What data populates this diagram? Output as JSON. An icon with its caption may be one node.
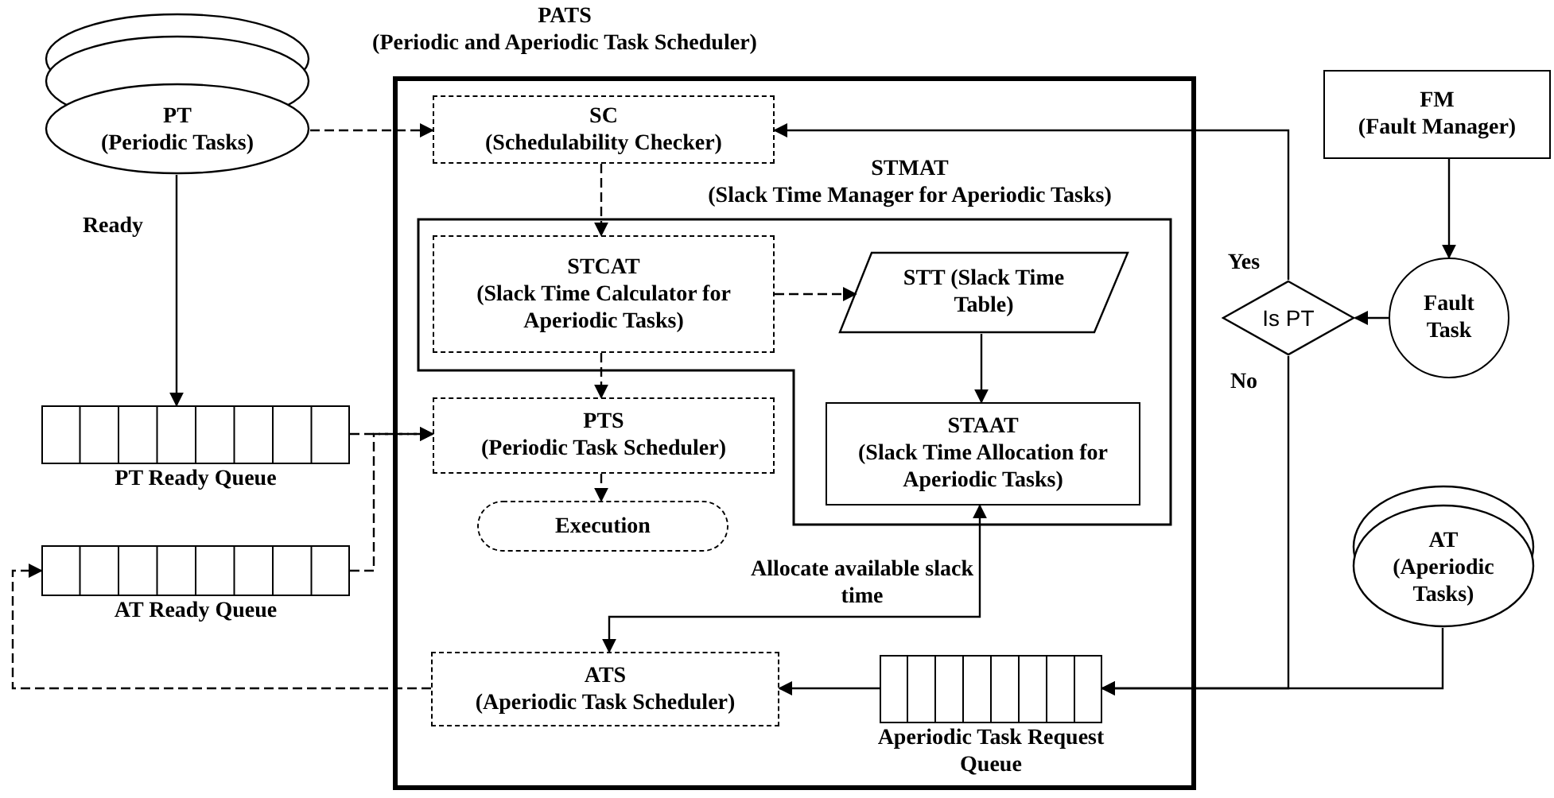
{
  "diagram": {
    "nodes": [
      {
        "text": [
          "PATS",
          "(Periodic and Aperiodic Task Scheduler)"
        ]
      },
      {
        "text": [
          "PT",
          "(Periodic Tasks)"
        ]
      },
      {
        "text": [
          "SC",
          "(Schedulability  Checker)"
        ],
        "in": 0
      },
      {
        "text": [
          "STMAT",
          "(Slack Time Manager for Aperiodic Tasks)"
        ],
        "in": 0
      },
      {
        "text": [
          "STCAT",
          "(Slack Time Calculator for Aperiodic Tasks)"
        ],
        "in": 3
      },
      {
        "text": [
          "STT (Slack Time Table)"
        ],
        "in": 3
      },
      {
        "text": [
          "STAAT",
          "(Slack Time Allocation for Aperiodic Tasks)"
        ],
        "in": 3
      },
      {
        "text": [
          "PT Ready Queue"
        ]
      },
      {
        "text": [
          "PTS",
          "(Periodic Task Scheduler)"
        ],
        "in": 0
      },
      {
        "text": [
          "Execution"
        ],
        "in": 0
      },
      {
        "text": [
          "AT Ready Queue"
        ]
      },
      {
        "text": [
          "ATS",
          "(Aperiodic Task Scheduler)"
        ],
        "in": 0
      },
      {
        "text": [
          "Aperiodic Task Request Queue"
        ],
        "in": 0
      },
      {
        "text": [
          "FM",
          "(Fault Manager)"
        ]
      },
      {
        "text": [
          "Is PT"
        ]
      },
      {
        "text": [
          "Fault Task"
        ]
      },
      {
        "text": [
          "AT",
          "(Aperiodic Tasks)"
        ]
      }
    ],
    "edges": [
      {
        "from": 1,
        "to": 2,
        "arrow": "to",
        "style": "dashed"
      },
      {
        "from": 1,
        "to": 7,
        "arrow": "to",
        "label": "Ready"
      },
      {
        "from": 2,
        "to": 4,
        "arrow": "to",
        "style": "dashed"
      },
      {
        "from": 4,
        "to": 5,
        "arrow": "to",
        "style": "dashed"
      },
      {
        "from": 4,
        "to": 8,
        "arrow": "to",
        "style": "dashed"
      },
      {
        "from": 5,
        "to": 6,
        "arrow": "to"
      },
      {
        "from": 7,
        "to": 8,
        "arrow": "to",
        "style": "dashed"
      },
      {
        "from": 10,
        "to": 8,
        "arrow": "to",
        "style": "dashed"
      },
      {
        "from": 8,
        "to": 9,
        "arrow": "to",
        "style": "dashed"
      },
      {
        "from": 11,
        "to": 6,
        "arrow": "both",
        "label": "Allocate available slack time"
      },
      {
        "from": 12,
        "to": 11,
        "arrow": "to"
      },
      {
        "from": 11,
        "to": 10,
        "arrow": "to",
        "style": "dashed"
      },
      {
        "from": 13,
        "to": 15,
        "arrow": "to"
      },
      {
        "from": 15,
        "to": 14,
        "arrow": "to"
      },
      {
        "from": 14,
        "to": 2,
        "arrow": "to",
        "label": "Yes"
      },
      {
        "from": 14,
        "to": 12,
        "arrow": "to",
        "label": "No"
      },
      {
        "from": 16,
        "to": 12,
        "arrow": "to"
      }
    ]
  }
}
